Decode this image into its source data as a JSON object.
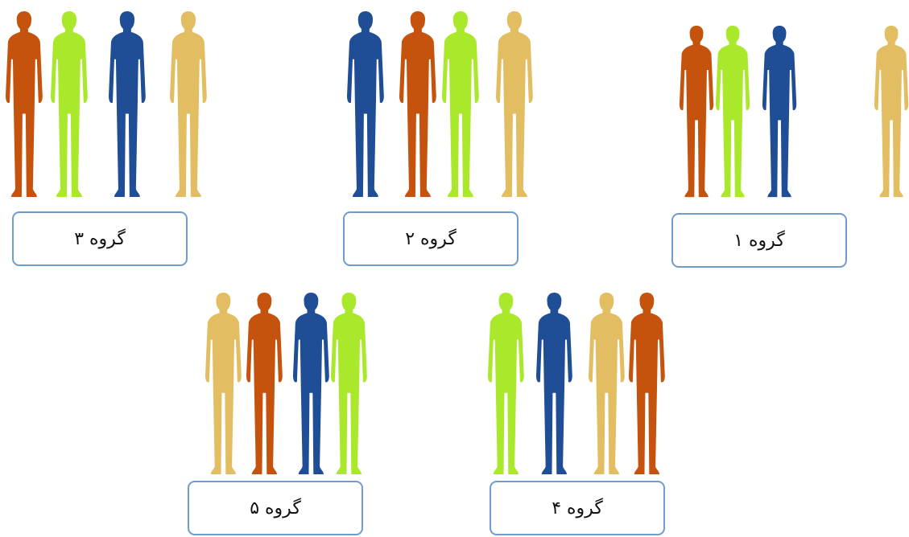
{
  "colors": {
    "orange": "#c5530d",
    "lime": "#a9e82a",
    "blue": "#1f4e96",
    "tan": "#e2bd62",
    "box_border": "#6f9bcf"
  },
  "groups": [
    {
      "label": "گروه ۳",
      "people": [
        "orange",
        "lime",
        "blue",
        "tan"
      ]
    },
    {
      "label": "گروه ۲",
      "people": [
        "blue",
        "orange",
        "lime",
        "tan"
      ]
    },
    {
      "label": "گروه ۱",
      "people": [
        "orange",
        "lime",
        "blue",
        "tan"
      ]
    },
    {
      "label": "گروه ۵",
      "people": [
        "tan",
        "orange",
        "blue",
        "lime"
      ]
    },
    {
      "label": "گروه ۴",
      "people": [
        "lime",
        "blue",
        "tan",
        "orange"
      ]
    }
  ]
}
